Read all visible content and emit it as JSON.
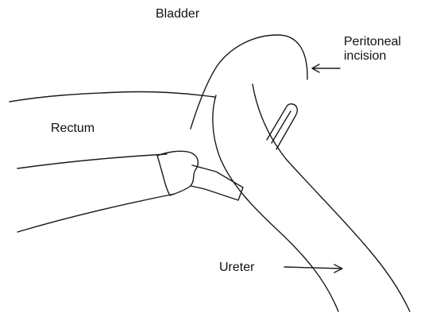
{
  "labels": {
    "bladder": "Bladder",
    "peritoneal_line1": "Peritoneal",
    "peritoneal_line2": "incision",
    "rectum": "Rectum",
    "ureter": "Ureter"
  },
  "colors": {
    "ink": "#1a1a1a",
    "background": "#ffffff"
  }
}
